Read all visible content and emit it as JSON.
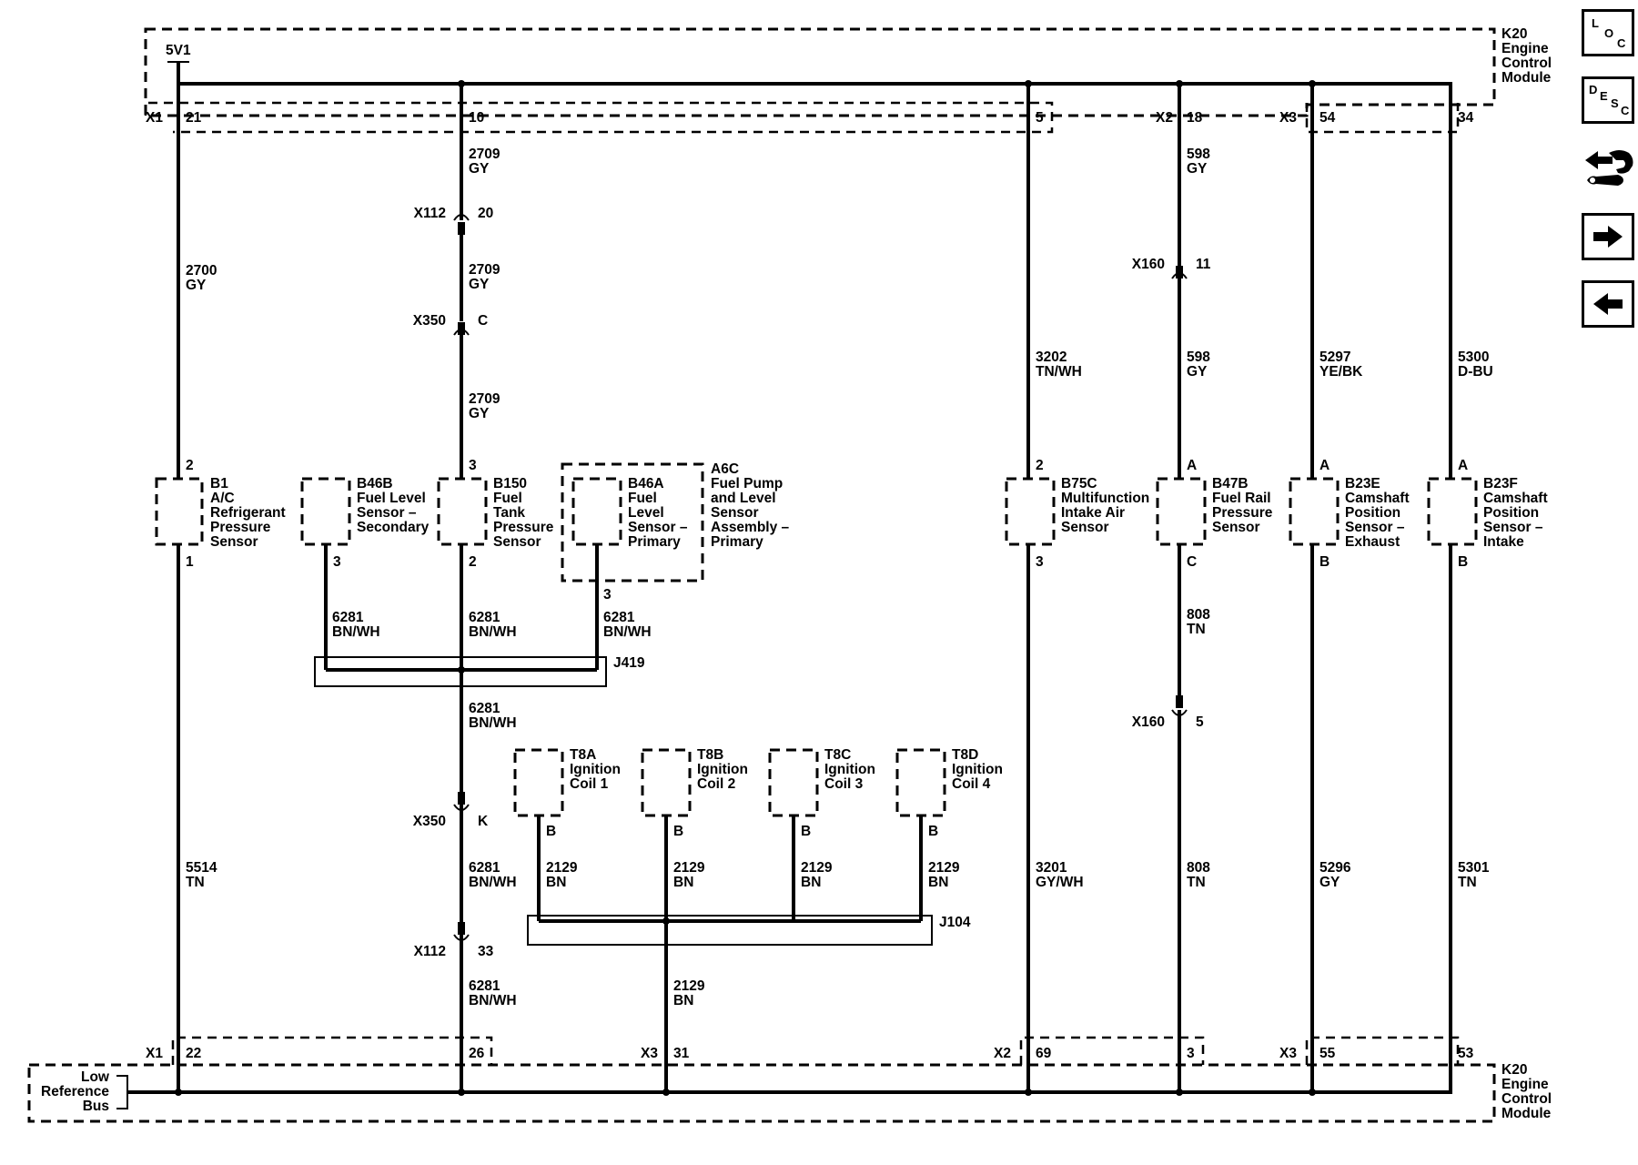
{
  "module": {
    "name_lines": [
      "K20",
      "Engine",
      "Control",
      "Module"
    ],
    "supply": "5V1",
    "low_reference_lines": [
      "Low",
      "Reference",
      "Bus"
    ]
  },
  "connectors_top": [
    "X1",
    "X2",
    "X3"
  ],
  "connectors_bottom": [
    "X1",
    "X3",
    "X2",
    "X3"
  ],
  "pins_top": [
    "21",
    "10",
    "5",
    "18",
    "54",
    "34"
  ],
  "pins_bottom": [
    "22",
    "26",
    "31",
    "69",
    "3",
    "55",
    "53"
  ],
  "wires": {
    "w2700": [
      "2700",
      "GY"
    ],
    "w2709a": [
      "2709",
      "GY"
    ],
    "w2709b": [
      "2709",
      "GY"
    ],
    "w2709c": [
      "2709",
      "GY"
    ],
    "w598a": [
      "598",
      "GY"
    ],
    "w598b": [
      "598",
      "GY"
    ],
    "w3202": [
      "3202",
      "TN/WH"
    ],
    "w5297": [
      "5297",
      "YE/BK"
    ],
    "w5300": [
      "5300",
      "D-BU"
    ],
    "w6281a": [
      "6281",
      "BN/WH"
    ],
    "w6281b": [
      "6281",
      "BN/WH"
    ],
    "w6281c": [
      "6281",
      "BN/WH"
    ],
    "w6281d": [
      "6281",
      "BN/WH"
    ],
    "w6281e": [
      "6281",
      "BN/WH"
    ],
    "w6281f": [
      "6281",
      "BN/WH"
    ],
    "w808a": [
      "808",
      "TN"
    ],
    "w808b": [
      "808",
      "TN"
    ],
    "w5514": [
      "5514",
      "TN"
    ],
    "w2129a": [
      "2129",
      "BN"
    ],
    "w2129b": [
      "2129",
      "BN"
    ],
    "w2129c": [
      "2129",
      "BN"
    ],
    "w2129d": [
      "2129",
      "BN"
    ],
    "w2129e": [
      "2129",
      "BN"
    ],
    "w3201": [
      "3201",
      "GY/WH"
    ],
    "w5296": [
      "5296",
      "GY"
    ],
    "w5301": [
      "5301",
      "TN"
    ]
  },
  "inline_connectors": {
    "x112_top": [
      "X112",
      "20"
    ],
    "x350_top": [
      "X350",
      "C"
    ],
    "x160_top": [
      "X160",
      "11"
    ],
    "x160_bot": [
      "X160",
      "5"
    ],
    "x350_bot": [
      "X350",
      "K"
    ],
    "x112_bot": [
      "X112",
      "33"
    ]
  },
  "splices": [
    "J419",
    "J104"
  ],
  "components": {
    "b1": {
      "lines": [
        "B1",
        "A/C",
        "Refrigerant",
        "Pressure",
        "Sensor"
      ],
      "pin_top": "2",
      "pin_bot": "1"
    },
    "b46b": {
      "lines": [
        "B46B",
        "Fuel Level",
        "Sensor –",
        "Secondary"
      ],
      "pin_bot": "3"
    },
    "b150": {
      "lines": [
        "B150",
        "Fuel",
        "Tank",
        "Pressure",
        "Sensor"
      ],
      "pin_top": "3",
      "pin_bot": "2"
    },
    "b46a": {
      "lines": [
        "B46A",
        "Fuel",
        "Level",
        "Sensor –",
        "Primary"
      ]
    },
    "a6c": {
      "lines": [
        "A6C",
        "Fuel Pump",
        "and Level",
        "Sensor",
        "Assembly –",
        "Primary"
      ],
      "pin_bot": "3"
    },
    "b75c": {
      "lines": [
        "B75C",
        "Multifunction",
        "Intake Air",
        "Sensor"
      ],
      "pin_top": "2",
      "pin_bot": "3"
    },
    "b47b": {
      "lines": [
        "B47B",
        "Fuel Rail",
        "Pressure",
        "Sensor"
      ],
      "pin_top": "A",
      "pin_bot": "C"
    },
    "b23e": {
      "lines": [
        "B23E",
        "Camshaft",
        "Position",
        "Sensor –",
        "Exhaust"
      ],
      "pin_top": "A",
      "pin_bot": "B"
    },
    "b23f": {
      "lines": [
        "B23F",
        "Camshaft",
        "Position",
        "Sensor –",
        "Intake"
      ],
      "pin_top": "A",
      "pin_bot": "B"
    },
    "t8a": {
      "lines": [
        "T8A",
        "Ignition",
        "Coil 1"
      ],
      "pin_bot": "B"
    },
    "t8b": {
      "lines": [
        "T8B",
        "Ignition",
        "Coil 2"
      ],
      "pin_bot": "B"
    },
    "t8c": {
      "lines": [
        "T8C",
        "Ignition",
        "Coil 3"
      ],
      "pin_bot": "B"
    },
    "t8d": {
      "lines": [
        "T8D",
        "Ignition",
        "Coil 4"
      ],
      "pin_bot": "B"
    }
  },
  "nav": {
    "loc": [
      "L",
      "O",
      "C"
    ],
    "desc": [
      "D",
      "E",
      "S",
      "C"
    ],
    "icons": [
      "wrench-hand-icon",
      "arrow-right-icon",
      "arrow-left-icon"
    ]
  }
}
